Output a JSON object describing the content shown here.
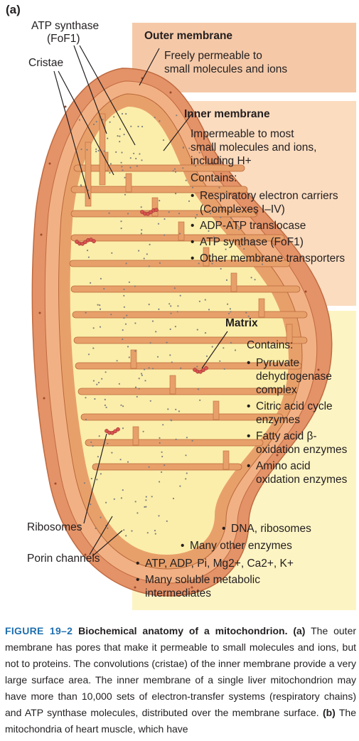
{
  "panel_label": "(a)",
  "colors": {
    "outer_box": "#f5c9a8",
    "inner_box": "#fbdcbf",
    "matrix_box": "#fdf4c4",
    "outer_membrane": "#e49268",
    "inner_membrane": "#e8a06a",
    "matrix_fill": "#fbeeaa",
    "caption_label": "#1f6fae"
  },
  "callouts": {
    "atp_synthase_line1": "ATP synthase",
    "atp_synthase_line2": "(FoF1)",
    "cristae": "Cristae",
    "ribosomes": "Ribosomes",
    "porin_channels": "Porin channels"
  },
  "outer_membrane": {
    "title": "Outer membrane",
    "text": [
      "Freely permeable to",
      "small molecules and ions"
    ]
  },
  "inner_membrane": {
    "title": "Inner membrane",
    "text": [
      "Impermeable to most",
      "small molecules and ions,",
      "including H+"
    ],
    "contains_label": "Contains:",
    "items": [
      "Respiratory electron carriers (Complexes I–IV)",
      "ADP-ATP translocase",
      "ATP synthase (FoF1)",
      "Other membrane transporters"
    ]
  },
  "matrix": {
    "title": "Matrix",
    "contains_label": "Contains:",
    "items": [
      "Pyruvate dehydrogenase complex",
      "Citric acid cycle enzymes",
      "Fatty acid β-oxidation enzymes",
      "Amino acid oxidation enzymes"
    ],
    "extra_items": [
      "DNA, ribosomes",
      "Many other enzymes",
      "ATP, ADP, Pi, Mg2+, Ca2+, K+",
      "Many soluble metabolic intermediates"
    ]
  },
  "caption": {
    "label": "FIGURE 19–2",
    "title": "Biochemical anatomy of a mitochondrion.",
    "part_a": "(a)",
    "text_a": "The outer membrane has pores that make it permeable to small molecules and ions, but not to proteins. The convolutions (cristae) of the inner membrane provide a very large surface area. The inner membrane of a single liver mitochondrion may have more than 10,000 sets of electron-transfer systems (respiratory chains) and ATP synthase molecules, distributed over the membrane surface.",
    "part_b": "(b)",
    "text_b": "The mitochondria of heart muscle, which have"
  }
}
